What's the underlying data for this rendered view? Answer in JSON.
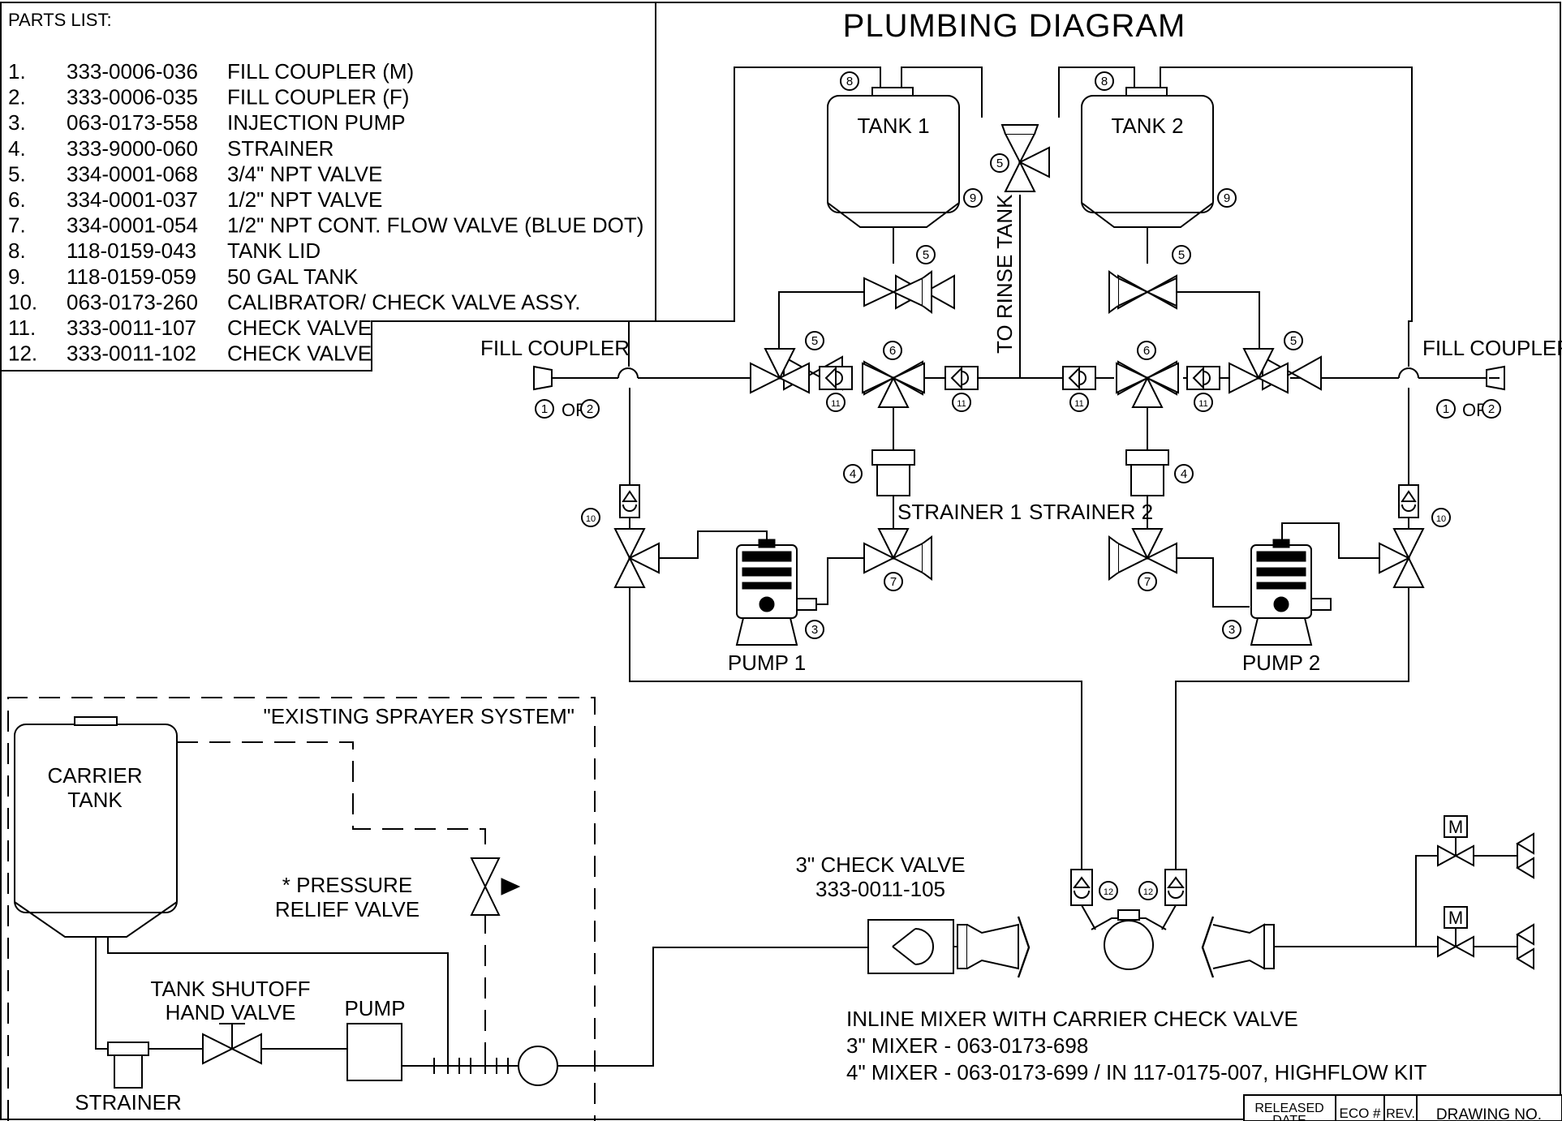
{
  "title": "PLUMBING DIAGRAM",
  "parts_list": {
    "heading": "PARTS LIST:",
    "items": [
      {
        "num": "1.",
        "part": "333-0006-036",
        "desc": "FILL COUPLER (M)"
      },
      {
        "num": "2.",
        "part": "333-0006-035",
        "desc": "FILL COUPLER (F)"
      },
      {
        "num": "3.",
        "part": "063-0173-558",
        "desc": "INJECTION PUMP"
      },
      {
        "num": "4.",
        "part": "333-9000-060",
        "desc": "STRAINER"
      },
      {
        "num": "5.",
        "part": "334-0001-068",
        "desc": "3/4\" NPT VALVE"
      },
      {
        "num": "6.",
        "part": "334-0001-037",
        "desc": "1/2\" NPT VALVE"
      },
      {
        "num": "7.",
        "part": "334-0001-054",
        "desc": "1/2\" NPT CONT. FLOW VALVE (BLUE DOT)"
      },
      {
        "num": "8.",
        "part": "118-0159-043",
        "desc": "TANK LID"
      },
      {
        "num": "9.",
        "part": "118-0159-059",
        "desc": "50 GAL TANK"
      },
      {
        "num": "10.",
        "part": "063-0173-260",
        "desc": "CALIBRATOR/ CHECK VALVE ASSY."
      },
      {
        "num": "11.",
        "part": "333-0011-107",
        "desc": "CHECK VALVE"
      },
      {
        "num": "12.",
        "part": "333-0011-102",
        "desc": "CHECK VALVE"
      }
    ]
  },
  "labels": {
    "tank1": "TANK 1",
    "tank2": "TANK 2",
    "rinse": "TO RINSE TANK",
    "fill_left": "FILL COUPLER",
    "fill_right": "FILL COUPLER",
    "or_left": "OR",
    "or_right": "OR",
    "strainer1": "STRAINER 1",
    "strainer2": "STRAINER 2",
    "pump1": "PUMP 1",
    "pump2": "PUMP 2",
    "existing": "\"EXISTING SPRAYER SYSTEM\"",
    "carrier_l1": "CARRIER",
    "carrier_l2": "TANK",
    "relief_l1": "* PRESSURE",
    "relief_l2": "RELIEF VALVE",
    "shutoff_l1": "TANK SHUTOFF",
    "shutoff_l2": "HAND VALVE",
    "pump_box": "PUMP",
    "strainer_bottom": "STRAINER",
    "check3_l1": "3\" CHECK VALVE",
    "check3_l2": "333-0011-105",
    "mixer_l1": "INLINE MIXER WITH CARRIER CHECK VALVE",
    "mixer_l2": "3\" MIXER - 063-0173-698",
    "mixer_l3": "4\" MIXER - 063-0173-699 / IN 117-0175-007, HIGHFLOW KIT",
    "motor_m": "M"
  },
  "balloons": {
    "b1": "1",
    "b2": "2",
    "b3": "3",
    "b4": "4",
    "b5": "5",
    "b6": "6",
    "b7": "7",
    "b8": "8",
    "b9": "9",
    "b10": "10",
    "b11": "11",
    "b12": "12"
  },
  "title_block": {
    "released": "RELEASED",
    "date": "DATE",
    "eco": "ECO #",
    "rev": "REV.",
    "drawing_no": "DRAWING NO."
  }
}
